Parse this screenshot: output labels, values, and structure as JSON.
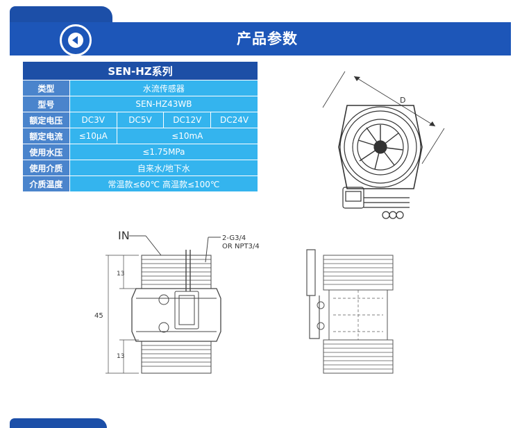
{
  "header": {
    "title": "产品参数",
    "back_icon": "back-arrow-icon",
    "colors": {
      "banner": "#1d56b8",
      "banner_dark": "#1c4fa8",
      "label_cell": "#4a84cc",
      "value_cell": "#34b4ee"
    }
  },
  "spec_table": {
    "caption": "SEN-HZ系列",
    "rows": {
      "type": {
        "label": "类型",
        "value": "水流传感器"
      },
      "model": {
        "label": "型号",
        "value": "SEN-HZ43WB"
      },
      "voltage": {
        "label": "额定电压",
        "values": [
          "DC3V",
          "DC5V",
          "DC12V",
          "DC24V"
        ]
      },
      "current": {
        "label": "额定电流",
        "values": [
          "≤10μA",
          "≤10mA"
        ]
      },
      "pressure": {
        "label": "使用水压",
        "value": "≤1.75MPa"
      },
      "medium": {
        "label": "使用介质",
        "value": "自来水/地下水"
      },
      "temperature": {
        "label": "介质温度",
        "value": "常温款≤60℃ 高温款≤100℃"
      }
    }
  },
  "drawing": {
    "diameter_label": "D",
    "inlet_label": "IN",
    "thread_label_1": "2-G3/4",
    "thread_label_2": "OR NPT3/4",
    "dim_total": "45",
    "dim_top": "13",
    "dim_bottom": "13"
  }
}
